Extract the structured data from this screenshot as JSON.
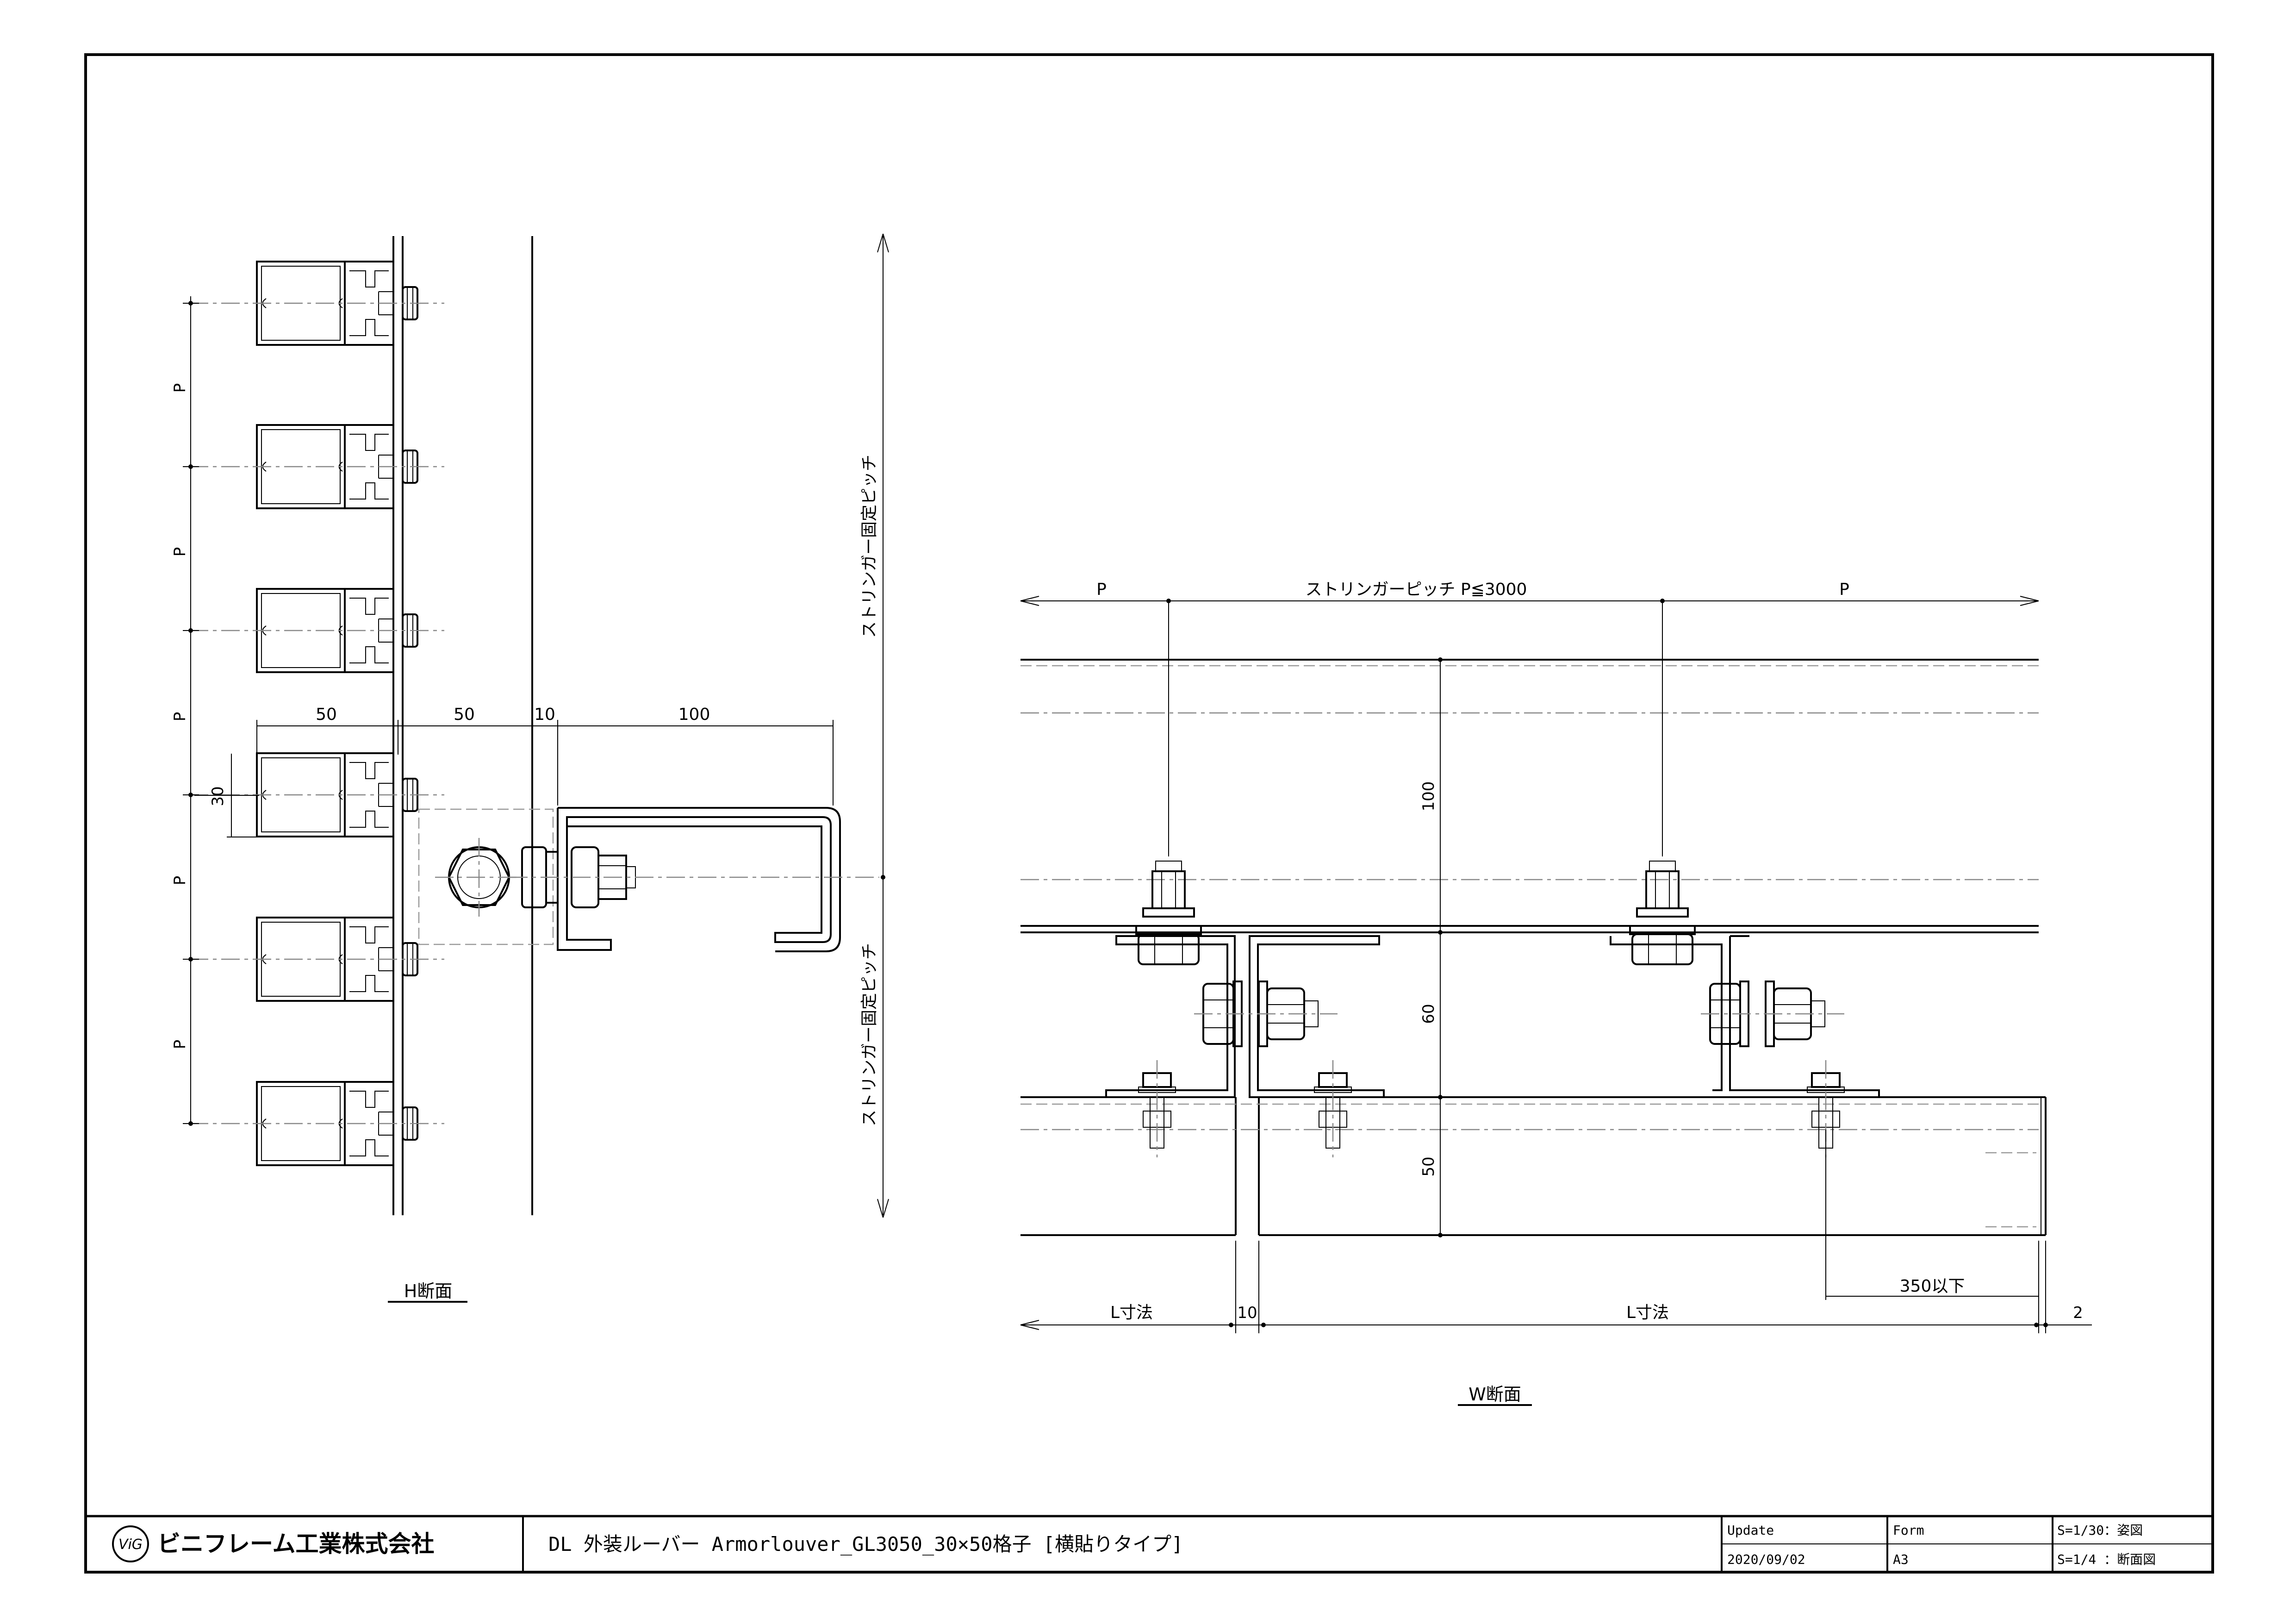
{
  "h_section": {
    "title": "H断面",
    "pitch_labels": [
      "P",
      "P",
      "P",
      "P",
      "P"
    ],
    "dim_50_left": "50",
    "dim_50_right": "50",
    "dim_10": "10",
    "dim_100": "100",
    "dim_30": "30",
    "stringer_pitch_upper": "ストリンガー固定ピッチ",
    "stringer_pitch_lower": "ストリンガー固定ピッチ"
  },
  "w_section": {
    "title": "W断面",
    "pitch_left": "P",
    "pitch_right": "P",
    "pitch_center": "ストリンガーピッチ P≦3000",
    "dim_100": "100",
    "dim_60": "60",
    "dim_50": "50",
    "dim_350": "350以下",
    "l_left": "L寸法",
    "gap_10": "10",
    "l_right": "L寸法",
    "dim_2": "2"
  },
  "title_block": {
    "company": "ビニフレーム工業株式会社",
    "logo_text": "ViG",
    "title": "DL 外装ルーバー Armorlouver_GL3050_30×50格子 [横貼りタイプ]",
    "update_label": "Update",
    "update_value": "2020/09/02",
    "form_label": "Form",
    "form_value": "A3",
    "scale_1": "S=1/30：姿図",
    "scale_2": "S=1/4 ：断面図"
  }
}
